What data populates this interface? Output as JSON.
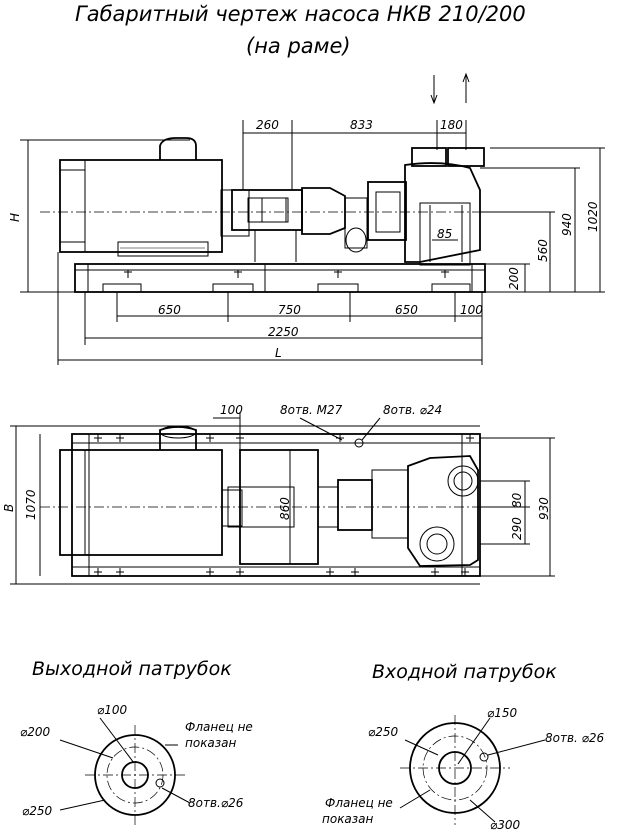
{
  "title_line1": "Габаритный чертеж насоса НКВ 210/200",
  "title_line2": "(на раме)",
  "front_view": {
    "dim_260": "260",
    "dim_833": "833",
    "dim_180": "180",
    "dim_H": "H",
    "dim_1020": "1020",
    "dim_940": "940",
    "dim_560": "560",
    "dim_200": "200",
    "dim_85": "85",
    "dim_650a": "650",
    "dim_750": "750",
    "dim_650b": "650",
    "dim_100": "100",
    "dim_2250": "2250",
    "dim_L": "L"
  },
  "top_view": {
    "dim_100": "100",
    "holes_m27": "8отв. М27",
    "holes_24": "8отв. ⌀24",
    "dim_B": "B",
    "dim_1070": "1070",
    "dim_860": "860",
    "dim_80": "80",
    "dim_290": "290",
    "dim_930": "930"
  },
  "outlet": {
    "title": "Выходной патрубок",
    "d100": "⌀100",
    "d200": "⌀200",
    "d250": "⌀250",
    "flange_line1": "Фланец не",
    "flange_line2": "показан",
    "holes": "8отв.⌀26"
  },
  "inlet": {
    "title": "Входной патрубок",
    "d150": "⌀150",
    "d250": "⌀250",
    "holes": "8отв. ⌀26",
    "flange_line1": "Фланец не",
    "flange_line2": "показан",
    "d300": "⌀300"
  }
}
